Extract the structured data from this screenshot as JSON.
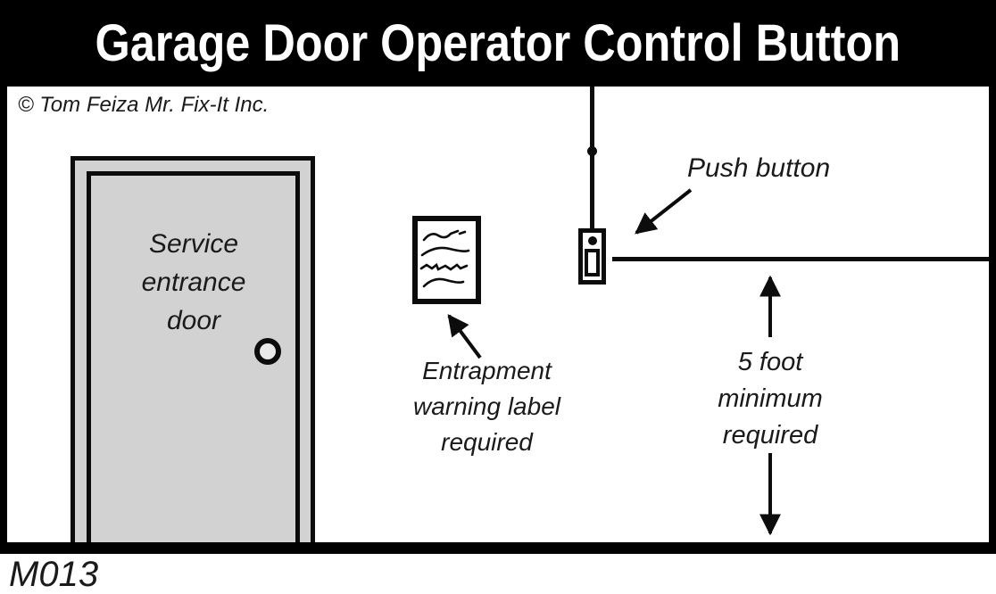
{
  "title": "Garage Door Operator Control Button",
  "copyright": "© Tom Feiza Mr. Fix-It Inc.",
  "diagram_id": "M013",
  "door": {
    "label_lines": [
      "Service",
      "entrance",
      "door"
    ]
  },
  "warning_label": {
    "caption_lines": [
      "Entrapment",
      "warning label",
      "required"
    ]
  },
  "push_button": {
    "label": "Push button"
  },
  "clearance": {
    "caption_lines": [
      "5 foot",
      "minimum",
      "required"
    ]
  },
  "colors": {
    "band_black": "#000000",
    "line_black": "#0c0c0c",
    "door_gray": "#d2d2d2",
    "knob_gray": "#e9e9e9",
    "background": "#ffffff",
    "title_text": "#ffffff"
  }
}
